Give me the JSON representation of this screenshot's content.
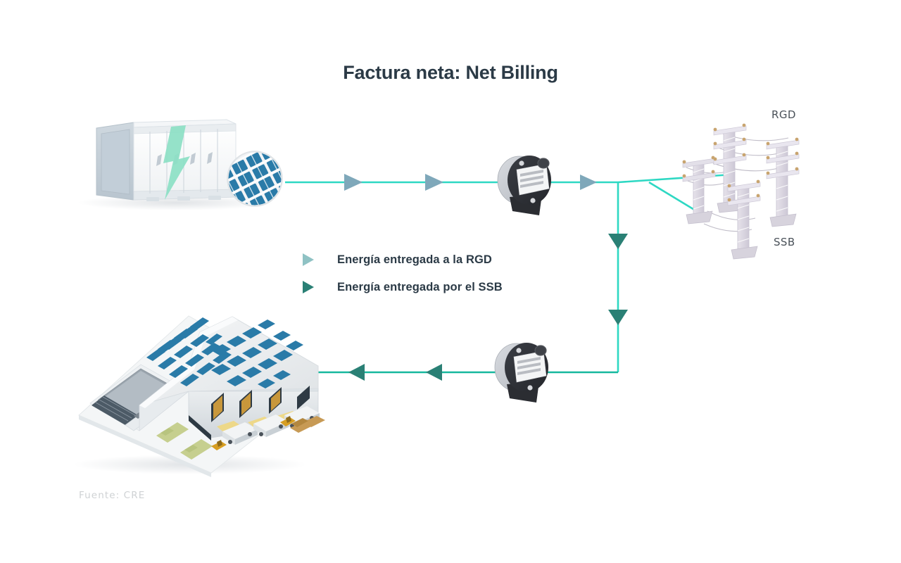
{
  "diagram": {
    "title": "Factura neta: Net Billing",
    "source_caption": "Fuente: CRE",
    "colors": {
      "flow_line_top": "#2ed8c3",
      "flow_line_bottom": "#17b89e",
      "arrow_to_grid": "#7fa8ba",
      "arrow_from_ssb": "#2a8075",
      "title_text": "#2b3a46",
      "label_text": "#4a5159",
      "source_text": "#cfd2d4",
      "solar_panel_blue": "#2a7ba8",
      "meter_body_dark": "#2f3136",
      "meter_body_light": "#c9ccd1",
      "tower_gray": "#d8d5de",
      "bolt_green": "#8ce0c4"
    }
  },
  "legend": {
    "items": [
      {
        "label": "Energía entregada a la RGD",
        "marker_color": "#8fc2c4",
        "marker_icon": "triangle-right-icon"
      },
      {
        "label": "Energía entregada por el SSB",
        "marker_color": "#2a8075",
        "marker_icon": "triangle-right-icon"
      }
    ]
  },
  "nodes": [
    {
      "id": "battery-storage",
      "name": "battery-storage-container",
      "label": ""
    },
    {
      "id": "solar-badge",
      "name": "solar-panel-badge",
      "label": ""
    },
    {
      "id": "meter-top",
      "name": "electric-meter-top",
      "label": ""
    },
    {
      "id": "meter-bottom",
      "name": "electric-meter-bottom",
      "label": ""
    },
    {
      "id": "towers",
      "name": "transmission-towers",
      "label": ""
    },
    {
      "id": "warehouse",
      "name": "warehouse-with-solar-roof",
      "label": ""
    }
  ],
  "tower_labels": {
    "rgd": "RGD",
    "ssb": "SSB"
  },
  "flows": {
    "top": {
      "description": "Energía entregada a la RGD",
      "direction": "left-to-right",
      "arrow_count": 3
    },
    "bottom": {
      "description": "Energía entregada por el SSB",
      "direction": "right-to-left",
      "arrow_count": 2
    },
    "vertical": {
      "description": "Energía entregada por el SSB",
      "direction": "top-to-bottom",
      "arrow_count": 2
    }
  }
}
